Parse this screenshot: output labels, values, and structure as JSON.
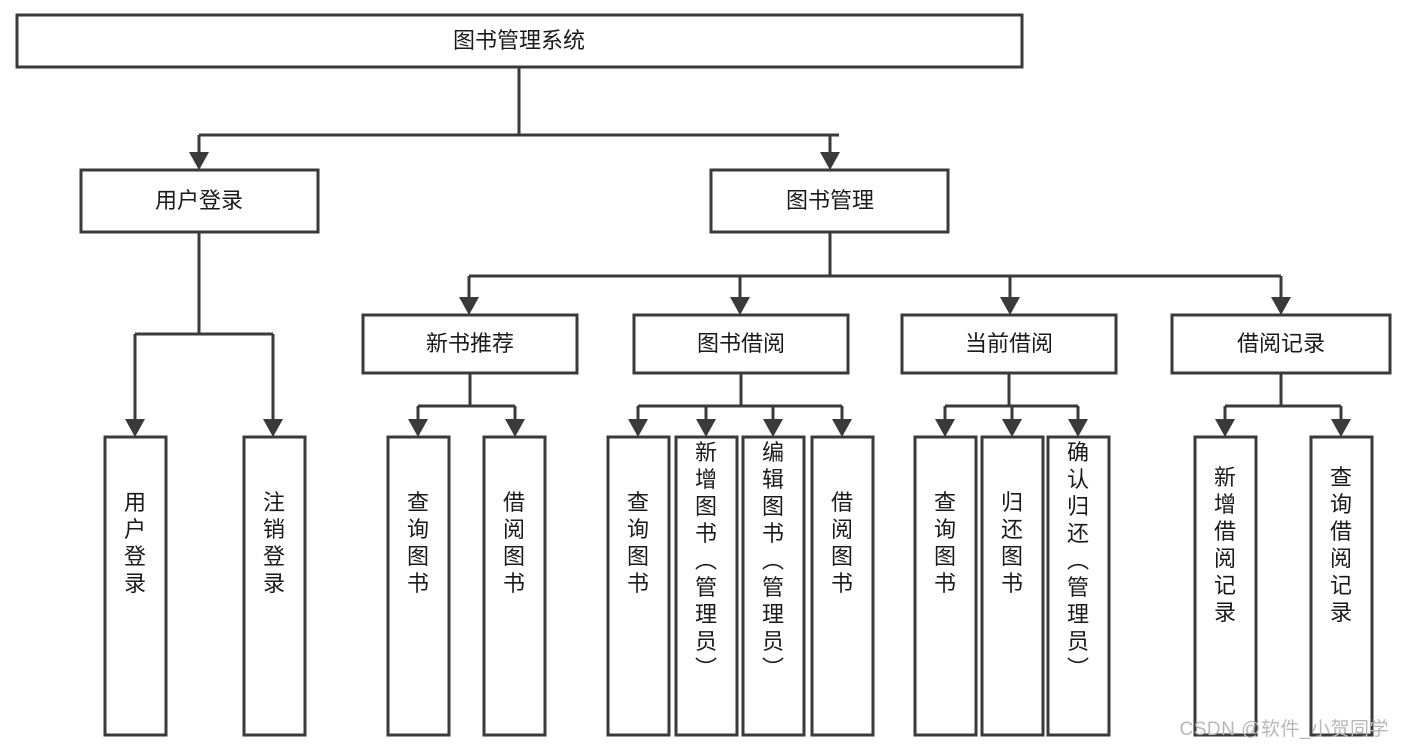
{
  "diagram": {
    "type": "tree-hierarchy-diagram",
    "title_node": {
      "label": "图书管理系统"
    },
    "level2": [
      {
        "id": "user-login",
        "label": "用户登录"
      },
      {
        "id": "book-management",
        "label": "图书管理"
      }
    ],
    "level3": [
      {
        "id": "new-book-recommend",
        "label": "新书推荐",
        "parent": "book-management"
      },
      {
        "id": "book-borrow",
        "label": "图书借阅",
        "parent": "book-management"
      },
      {
        "id": "current-borrow",
        "label": "当前借阅",
        "parent": "book-management"
      },
      {
        "id": "borrow-record",
        "label": "借阅记录",
        "parent": "book-management"
      }
    ],
    "leaves": {
      "user-login": [
        {
          "id": "leaf-user-login",
          "label": "用户登录"
        },
        {
          "id": "leaf-logout-login",
          "label": "注销登录"
        }
      ],
      "new-book-recommend": [
        {
          "id": "leaf-query-books-1",
          "label": "查询图书"
        },
        {
          "id": "leaf-borrow-books-1",
          "label": "借阅图书"
        }
      ],
      "book-borrow": [
        {
          "id": "leaf-query-books-2",
          "label": "查询图书"
        },
        {
          "id": "leaf-add-book-admin",
          "label": "新增图书（管理员）"
        },
        {
          "id": "leaf-edit-book-admin",
          "label": "编辑图书（管理员）"
        },
        {
          "id": "leaf-borrow-books-2",
          "label": "借阅图书"
        }
      ],
      "current-borrow": [
        {
          "id": "leaf-query-books-3",
          "label": "查询图书"
        },
        {
          "id": "leaf-return-books",
          "label": "归还图书"
        },
        {
          "id": "leaf-confirm-return-admin",
          "label": "确认归还（管理员）"
        }
      ],
      "borrow-record": [
        {
          "id": "leaf-add-borrow-record",
          "label": "新增借阅记录"
        },
        {
          "id": "leaf-query-borrow-record",
          "label": "查询借阅记录"
        }
      ]
    },
    "colors": {
      "box_stroke": "#3a3a3a",
      "box_fill": "#ffffff",
      "text": "#1a1a1a",
      "watermark": "#b8b8b8",
      "background": "#ffffff"
    }
  },
  "watermark": {
    "text": "CSDN @软件_小贺同学"
  }
}
